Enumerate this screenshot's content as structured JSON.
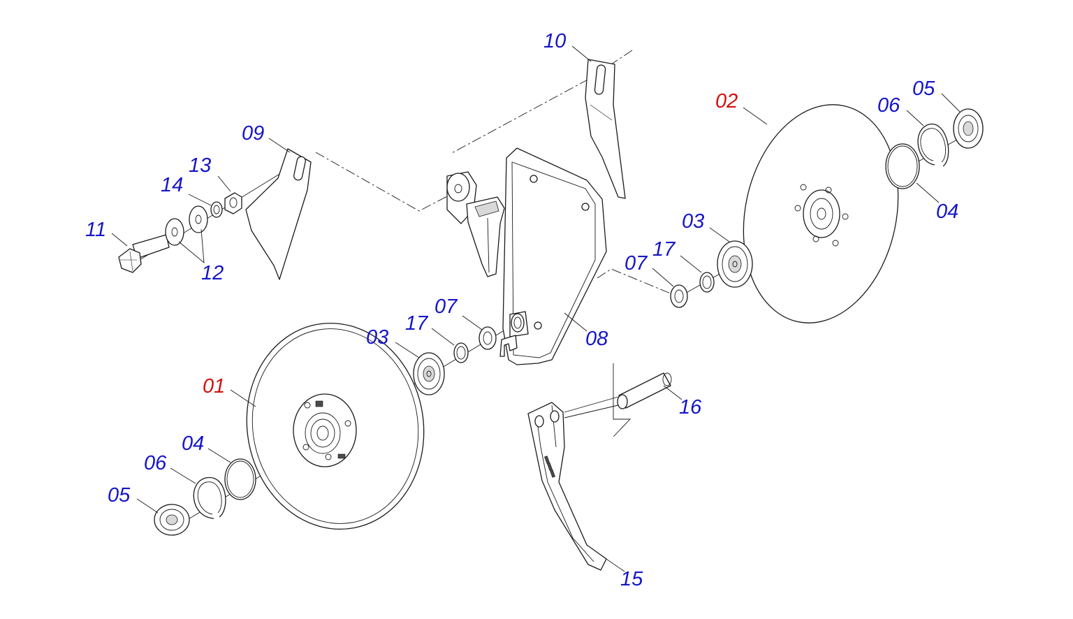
{
  "colors": {
    "label_blue": "#1515c8",
    "label_red": "#d41010",
    "line": "#1a1a1a"
  },
  "labels": {
    "l01": "01",
    "l02": "02",
    "l03a": "03",
    "l03b": "03",
    "l04a": "04",
    "l04b": "04",
    "l05a": "05",
    "l05b": "05",
    "l06a": "06",
    "l06b": "06",
    "l07a": "07",
    "l07b": "07",
    "l08": "08",
    "l09": "09",
    "l10": "10",
    "l11": "11",
    "l12": "12",
    "l13": "13",
    "l14": "14",
    "l15": "15",
    "l16": "16",
    "l17a": "17",
    "l17b": "17"
  }
}
